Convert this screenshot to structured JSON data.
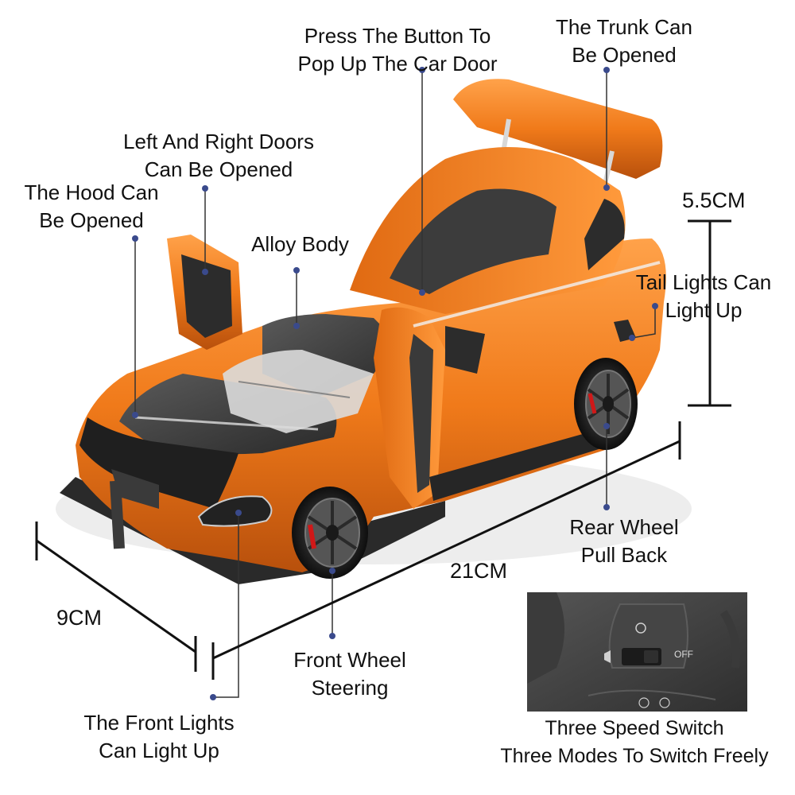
{
  "callouts": {
    "door_button": [
      "Press The Button To",
      "Pop Up The Car Door"
    ],
    "trunk": [
      "The Trunk Can",
      "Be Opened"
    ],
    "doors": [
      "Left And Right Doors",
      "Can Be Opened"
    ],
    "hood": [
      "The Hood Can",
      "Be Opened"
    ],
    "alloy_body": [
      "Alloy Body"
    ],
    "tail_lights": [
      "Tail Lights Can",
      "Light Up"
    ],
    "rear_wheel": [
      "Rear Wheel",
      "Pull Back"
    ],
    "front_wheel": [
      "Front Wheel",
      "Steering"
    ],
    "front_lights": [
      "The Front Lights",
      "Can Light Up"
    ],
    "switch": [
      "Three Speed Switch",
      "Three Modes To Switch Freely"
    ]
  },
  "dimensions": {
    "height": "5.5CM",
    "length": "21CM",
    "width": "9CM"
  },
  "switch_panel": {
    "off_label": "OFF"
  },
  "colors": {
    "body": "#f07a1a",
    "carbon": "#3a3a3a",
    "callout_dot": "#3a4a8c",
    "panel": "#4a4a4a"
  }
}
